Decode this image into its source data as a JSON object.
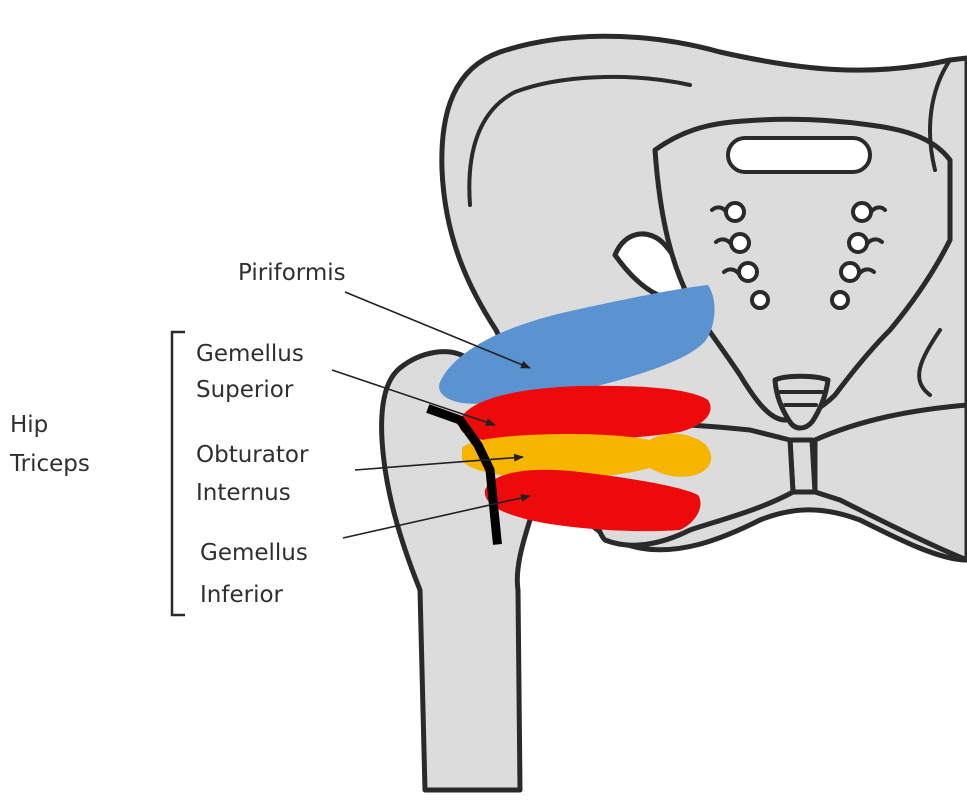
{
  "labels": {
    "piriformis": "Piriformis",
    "gemellus_superior_line1": "Gemellus",
    "gemellus_superior_line2": "Superior",
    "obturator_internus_line1": "Obturator",
    "obturator_internus_line2": "Internus",
    "gemellus_inferior_line1": "Gemellus",
    "gemellus_inferior_line2": "Inferior",
    "group_line1": "Hip",
    "group_line2": "Triceps"
  },
  "colors": {
    "piriformis": "#5b93d1",
    "gemellus": "#ee0a0a",
    "obturator_internus": "#f7b500",
    "bone_fill": "#dcdcdc",
    "outline": "#2a2a2a",
    "nerve": "#000000"
  }
}
